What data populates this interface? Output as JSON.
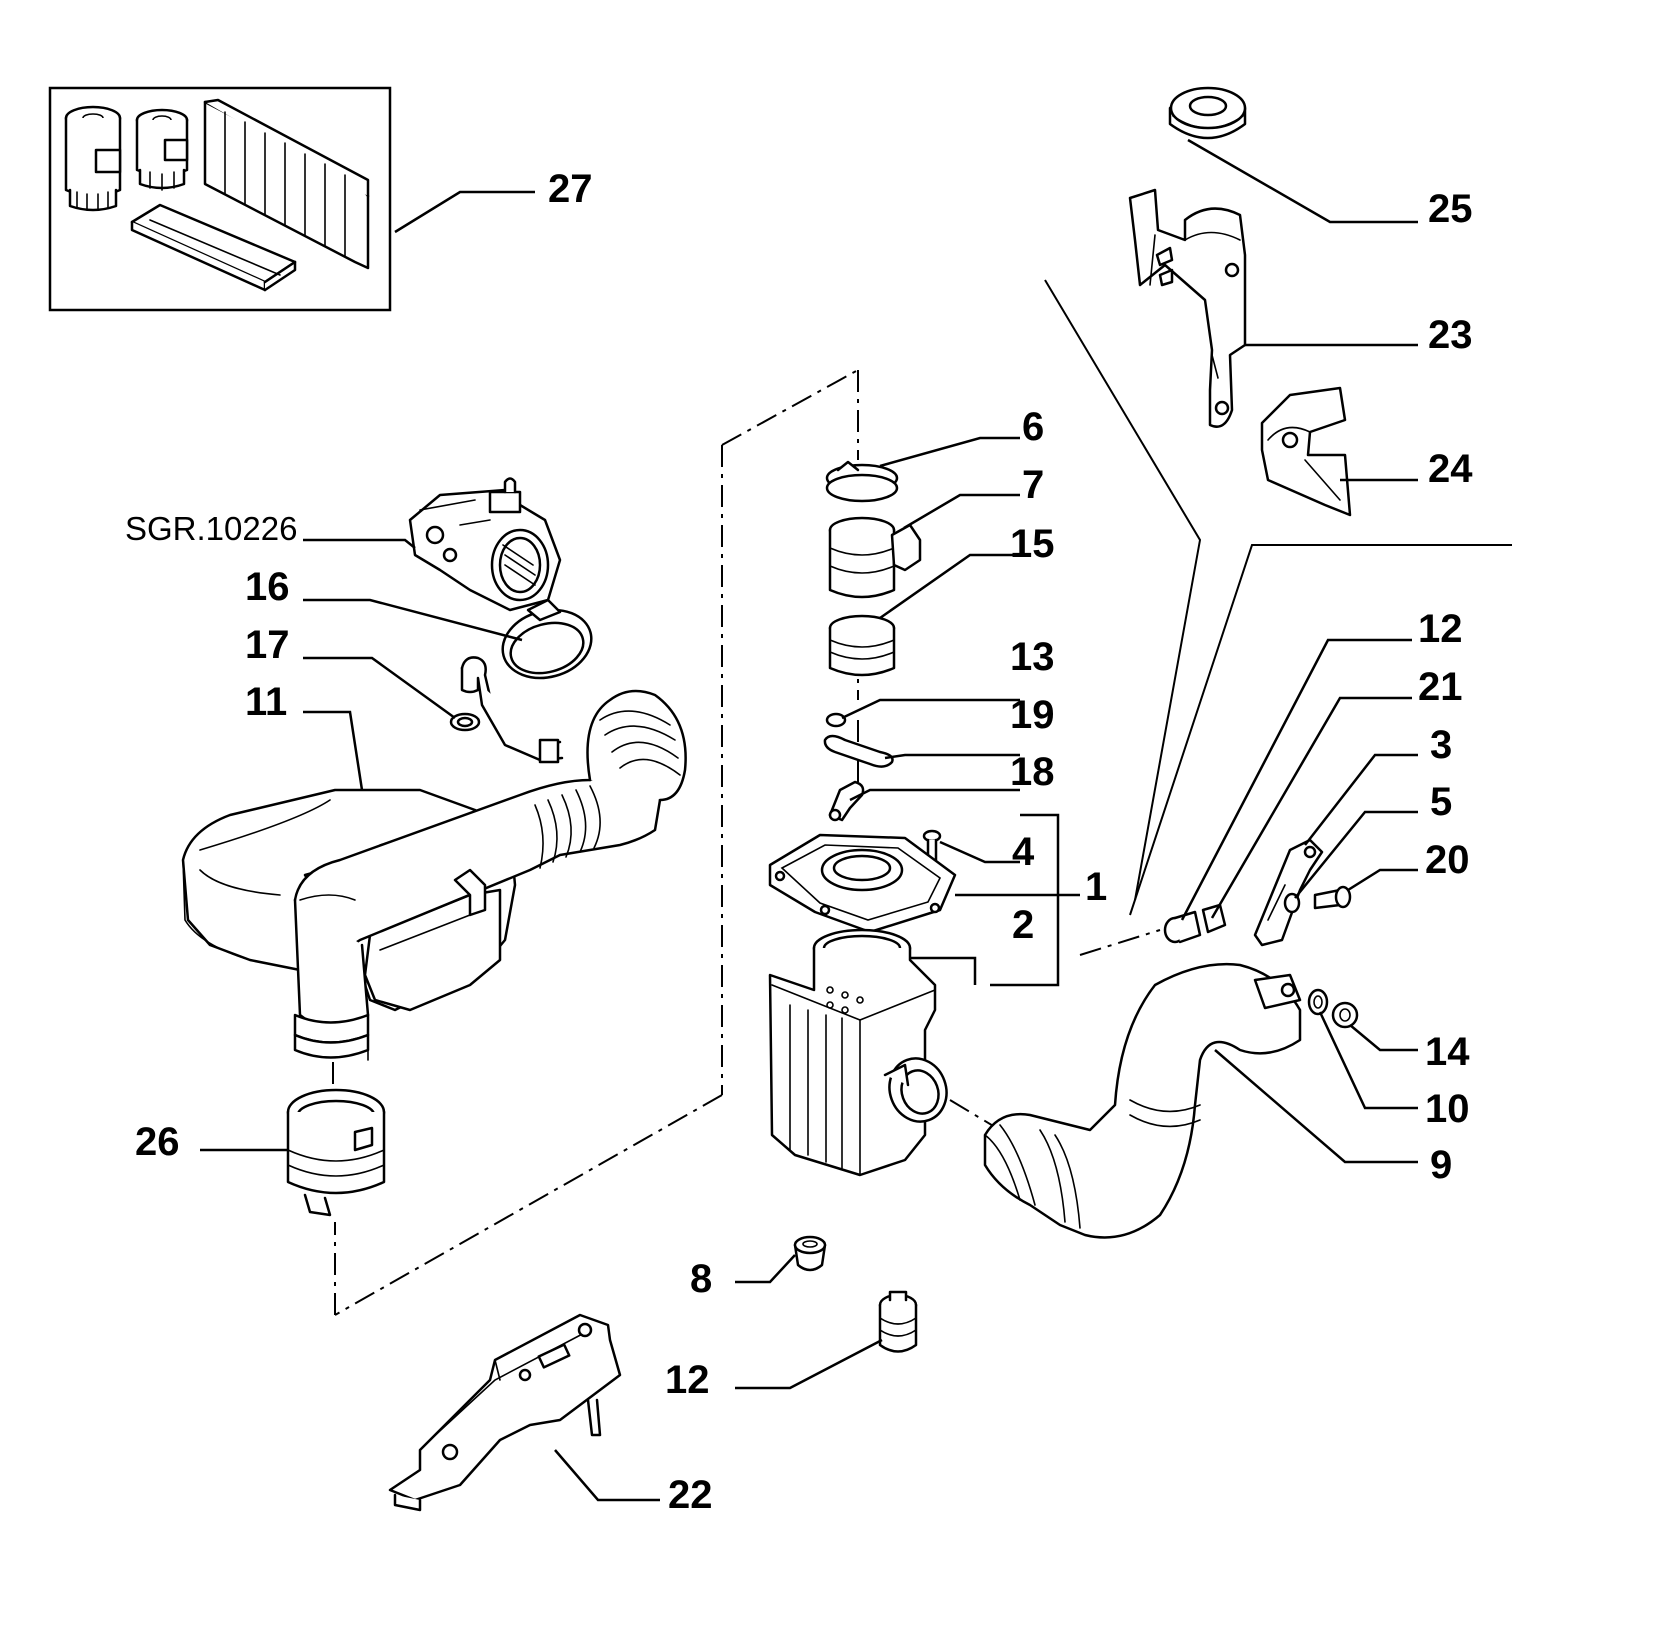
{
  "diagram": {
    "labels": {
      "l1": "1",
      "l2": "2",
      "l3": "3",
      "l4": "4",
      "l5": "5",
      "l6": "6",
      "l7": "7",
      "l8": "8",
      "l9": "9",
      "l10": "10",
      "l11": "11",
      "l12a": "12",
      "l12b": "12",
      "l13": "13",
      "l14": "14",
      "l15": "15",
      "l16": "16",
      "l17": "17",
      "l18": "18",
      "l19": "19",
      "l20": "20",
      "l21": "21",
      "l22": "22",
      "l23": "23",
      "l24": "24",
      "l25": "25",
      "l26": "26",
      "l27": "27"
    },
    "reference": "SGR.10226"
  }
}
